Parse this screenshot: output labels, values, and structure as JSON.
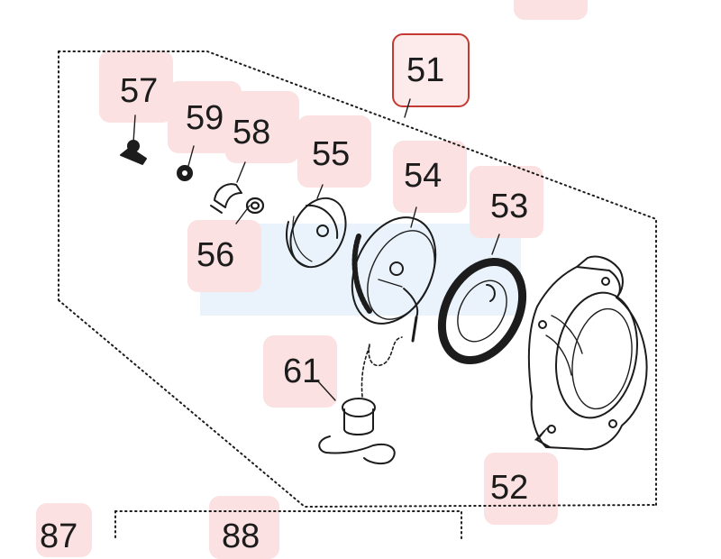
{
  "diagram": {
    "callouts": [
      {
        "id": "51",
        "label": "51",
        "selected": true
      },
      {
        "id": "52",
        "label": "52"
      },
      {
        "id": "53",
        "label": "53"
      },
      {
        "id": "54",
        "label": "54"
      },
      {
        "id": "55",
        "label": "55"
      },
      {
        "id": "56",
        "label": "56"
      },
      {
        "id": "57",
        "label": "57"
      },
      {
        "id": "58",
        "label": "58"
      },
      {
        "id": "59",
        "label": "59"
      },
      {
        "id": "61",
        "label": "61"
      },
      {
        "id": "87",
        "label": "87"
      },
      {
        "id": "88",
        "label": "88"
      }
    ]
  },
  "colors": {
    "highlight": "#fbe1e1",
    "selected_border": "#c23a32",
    "line": "#1c1c1c",
    "band": "#eaf3fb"
  }
}
